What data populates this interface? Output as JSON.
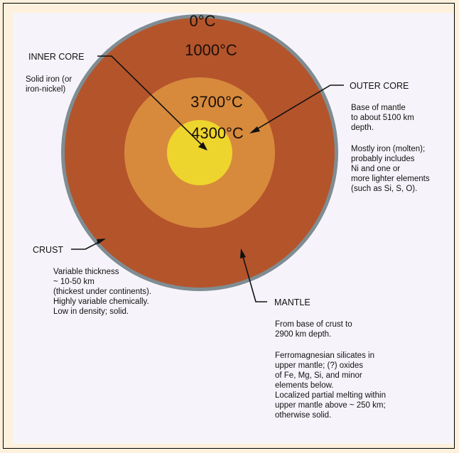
{
  "colors": {
    "page_bg": "#fdf1dd",
    "figure_bg": "#f6f4fa",
    "crust": "#7f8d93",
    "mantle": "#b4542b",
    "outer_core": "#d78a3c",
    "inner_core": "#eed52d",
    "line": "#111111"
  },
  "temperatures": {
    "surface": "0°C",
    "mantle": "1000°C",
    "outer_core": "3700°C",
    "inner_core": "4300°C"
  },
  "labels": {
    "inner_core": {
      "title": "INNER CORE",
      "description": [
        "Solid iron (or",
        "iron-nickel)"
      ]
    },
    "outer_core": {
      "title": "OUTER CORE",
      "description": [
        "Base of mantle",
        "to about 5100 km",
        "depth.",
        "",
        "Mostly iron (molten);",
        "probably includes",
        "Ni and one or",
        "more lighter elements",
        "(such as Si, S, O)."
      ]
    },
    "crust": {
      "title": "CRUST",
      "description": [
        "Variable thickness",
        "~ 10-50 km",
        "(thickest under continents).",
        "Highly variable chemically.",
        "Low in density; solid."
      ]
    },
    "mantle": {
      "title": "MANTLE",
      "description": [
        "From base of crust to",
        "2900 km depth.",
        "",
        "Ferromagnesian silicates in",
        "upper mantle; (?) oxides",
        "of Fe, Mg, Si, and minor",
        "elements below.",
        "Localized partial melting within",
        "upper mantle above ~ 250 km;",
        "otherwise solid."
      ]
    }
  }
}
